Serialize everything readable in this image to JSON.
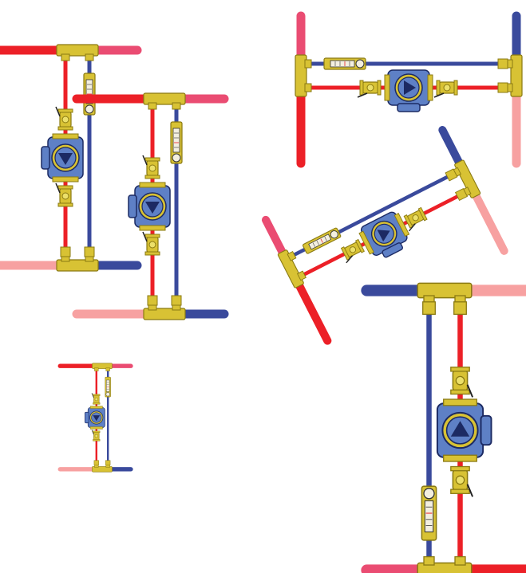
{
  "diagram": {
    "kind": "pump-station piping illustrations",
    "colors": {
      "hot_supply": "#ec2027",
      "hot_light": "#f7a1a1",
      "hot_pink": "#ea4c72",
      "cold_return": "#3a4a9c",
      "brass": "#d8c234",
      "brass_dark": "#8a7a12",
      "pump_blue": "#5e80c6",
      "pump_dark": "#1c2a63",
      "gauge_bg": "#f3efe0"
    },
    "assemblies": [
      {
        "id": "group-large-vertical-left",
        "orientation": "vertical",
        "pump_arrow": "down"
      },
      {
        "id": "group-large-vertical-middle",
        "orientation": "vertical",
        "pump_arrow": "down"
      },
      {
        "id": "group-horizontal-top-right",
        "orientation": "horizontal",
        "pump_arrow": "left"
      },
      {
        "id": "group-diagonal-right",
        "orientation": "rotated",
        "pump_arrow": "left"
      },
      {
        "id": "group-small-vertical",
        "orientation": "vertical",
        "pump_arrow": "down"
      },
      {
        "id": "group-large-vertical-bottom-right",
        "orientation": "vertical",
        "pump_arrow": "up"
      }
    ]
  }
}
